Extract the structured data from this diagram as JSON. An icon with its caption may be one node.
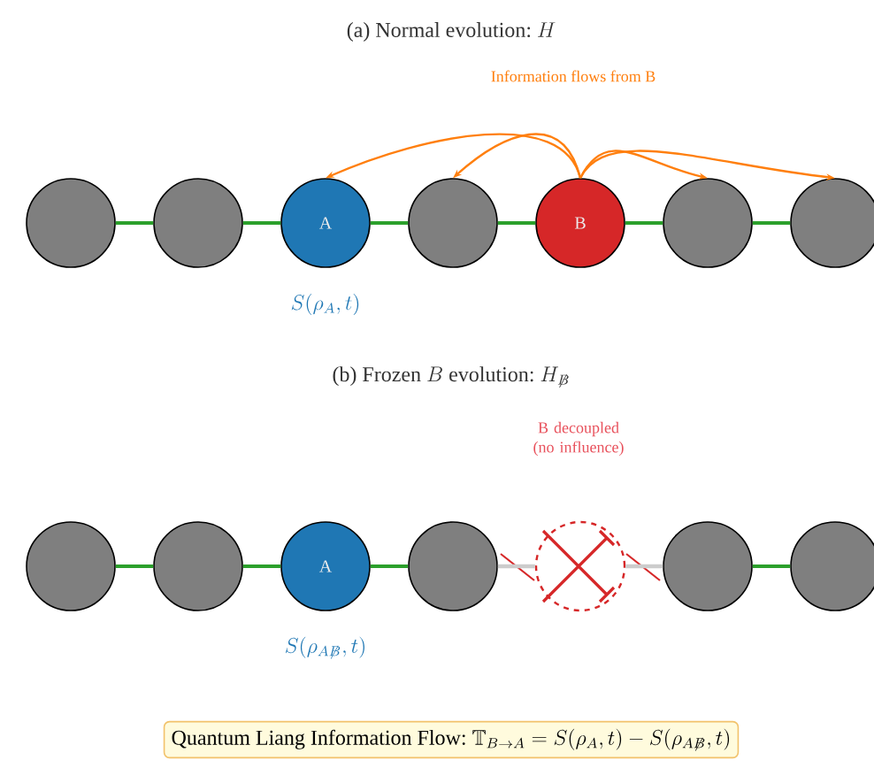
{
  "diagram": {
    "nodes": [
      {
        "text": [],
        "shape": "circle"
      },
      {
        "text": [],
        "shape": "circle"
      },
      {
        "text": [
          "A"
        ],
        "beside": [
          "S(\\rho_A, t)"
        ]
      },
      {
        "text": [],
        "shape": "circle"
      },
      {
        "text": [
          "B"
        ]
      },
      {
        "text": [],
        "shape": "circle"
      },
      {
        "text": [],
        "shape": "circle"
      },
      {
        "text": [],
        "shape": "circle"
      },
      {
        "text": [],
        "shape": "circle"
      },
      {
        "text": [
          "A"
        ],
        "beside": [
          "S(\\rho_{A\\not B}, t)"
        ]
      },
      {
        "text": [],
        "shape": "circle"
      },
      {
        "text": [],
        "shape": "circle"
      },
      {
        "text": [],
        "shape": "circle"
      },
      {
        "text": [],
        "shape": "circle"
      },
      {
        "text": [
          "\\mbox{Quantum Liang Information Flow:}\\ \\mathbb{T}_{B\\to A} = S(\\rho_A, t) - S(\\rho_{A\\not B}, t)"
        ]
      }
    ],
    "edges": [
      {
        "from": 0,
        "to": 1,
        "arrow": "none"
      },
      {
        "from": 1,
        "to": 2,
        "arrow": "none"
      },
      {
        "from": 2,
        "to": 3,
        "arrow": "none"
      },
      {
        "from": 3,
        "to": 4,
        "arrow": "none"
      },
      {
        "from": 4,
        "to": 5,
        "arrow": "none"
      },
      {
        "from": 5,
        "to": 6,
        "arrow": "none"
      },
      {
        "from": 4,
        "to": 2,
        "arrow": "to",
        "color": "#ff7f0e"
      },
      {
        "from": 4,
        "to": 3,
        "arrow": "to",
        "color": "#ff7f0e"
      },
      {
        "from": 4,
        "to": 5,
        "arrow": "to",
        "color": "#ff7f0e"
      },
      {
        "from": 4,
        "to": 6,
        "arrow": "to",
        "color": "#ff7f0e"
      },
      {
        "from": 7,
        "to": 8,
        "arrow": "none"
      },
      {
        "from": 8,
        "to": 9,
        "arrow": "none"
      },
      {
        "from": 9,
        "to": 10,
        "arrow": "none"
      },
      {
        "from": 10,
        "to": 11,
        "arrow": "none",
        "color": "#cccccc"
      },
      {
        "from": 11,
        "to": 12,
        "arrow": "none",
        "color": "#cccccc"
      },
      {
        "from": 12,
        "to": 13,
        "arrow": "none"
      }
    ],
    "labels": [
      "\\mbox{(a) Normal evolution:}\\ H",
      "Information flows from B",
      "\\mbox{(b) Frozen }B\\mbox{ evolution:}\\ H_{\\not B}",
      "B decoupled (no influence)"
    ]
  }
}
